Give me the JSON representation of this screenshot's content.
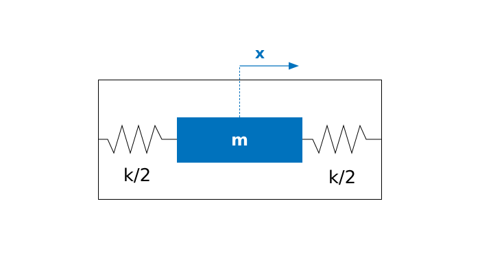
{
  "diagram": {
    "mass_label": "m",
    "displacement_label": "x",
    "left_spring_label": "k/2",
    "right_spring_label": "k/2",
    "colors": {
      "mass_fill": "#0072BD",
      "mass_text": "#ffffff",
      "arrow": "#0072BD",
      "line": "#000000",
      "label": "#000000"
    }
  }
}
